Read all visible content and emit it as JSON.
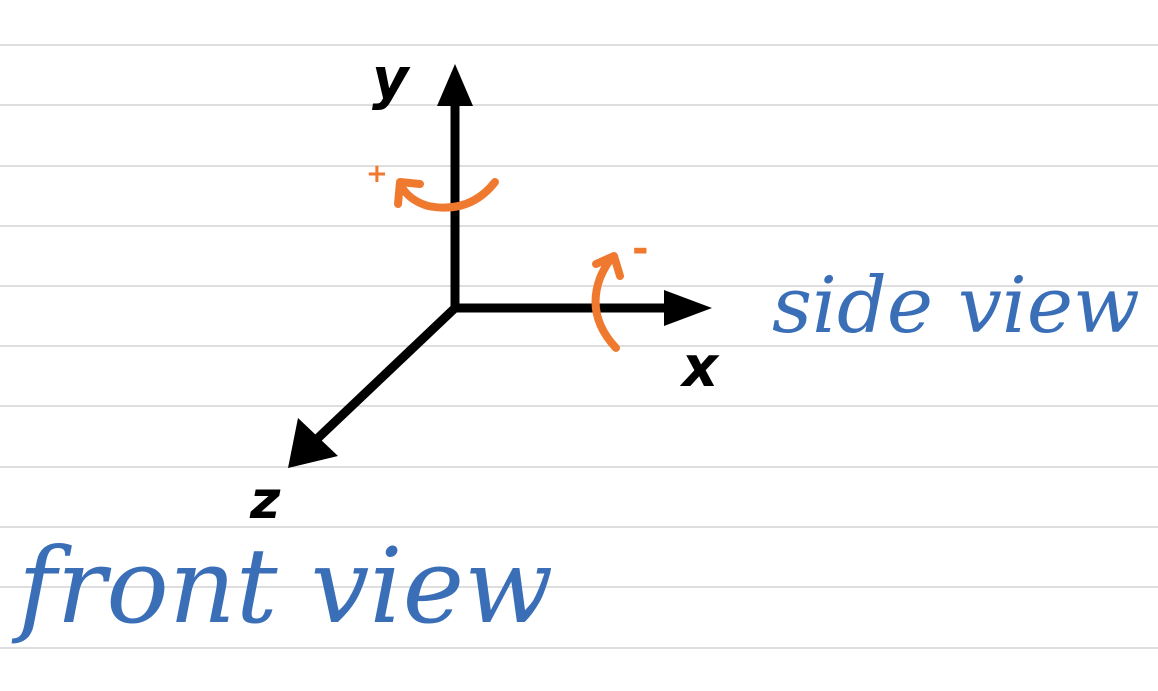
{
  "axes": {
    "x_label": "x",
    "y_label": "y",
    "z_label": "z"
  },
  "rotations": {
    "y_sign": "+",
    "x_sign": "-"
  },
  "views": {
    "side": "side view",
    "front": "front view"
  },
  "colors": {
    "axis": "#000000",
    "rotation": "#ef7a2f",
    "view_label": "#3a6fb8",
    "ruled_line": "#c9c9c9",
    "background": "#ffffff"
  }
}
